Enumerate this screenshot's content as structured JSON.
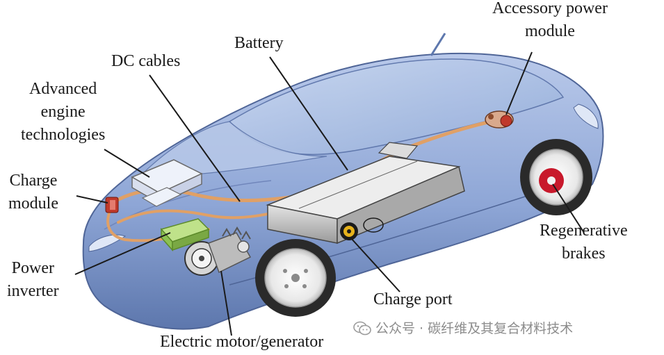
{
  "diagram": {
    "labels": {
      "accessory_power_module": [
        "Accessory power",
        "module"
      ],
      "battery": [
        "Battery"
      ],
      "dc_cables": [
        "DC cables"
      ],
      "advanced_engine": [
        "Advanced",
        "engine",
        "technologies"
      ],
      "charge_module": [
        "Charge",
        "module"
      ],
      "power_inverter": [
        "Power",
        "inverter"
      ],
      "regenerative_brakes": [
        "Regenerative",
        "brakes"
      ],
      "charge_port": [
        "Charge port"
      ],
      "electric_motor": [
        "Electric motor/generator"
      ]
    },
    "colors": {
      "body": "#8ea6d6",
      "body_dark": "#5d77ad",
      "glass": "#a9bfe3",
      "cable": "#e0a066",
      "battery": "#c9c9c9",
      "brake_red": "#c8192c"
    }
  },
  "watermark": {
    "icon": "wechat-icon",
    "text": "公众号 · 碳纤维及其复合材料技术"
  }
}
